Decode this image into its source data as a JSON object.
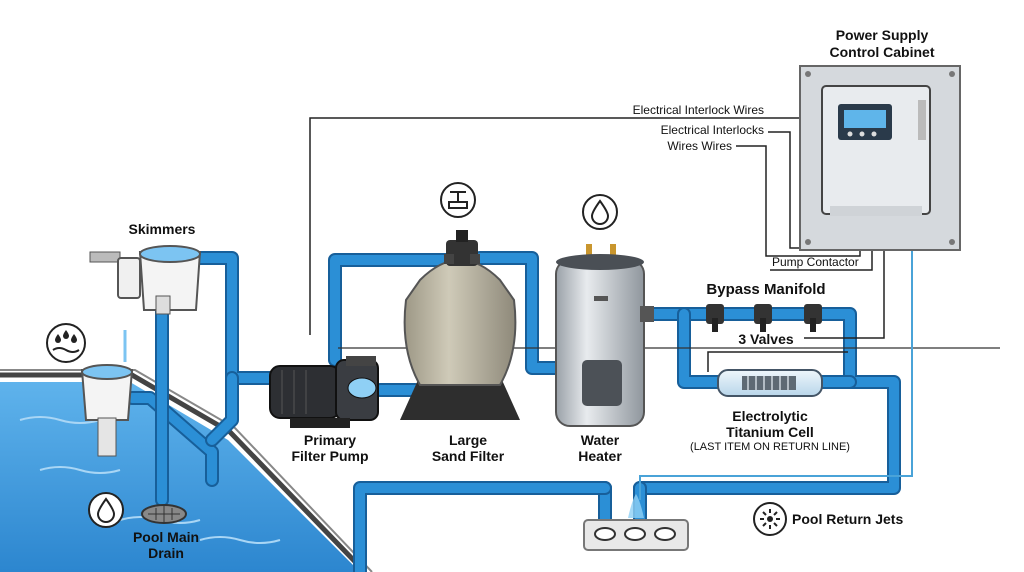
{
  "labels": {
    "power_supply_line1": "Power Supply",
    "power_supply_line2": "Control Cabinet",
    "wire1": "Electrical Interlock Wires",
    "wire2": "Electrical Interlocks",
    "wire3": "Wires Wires",
    "pump_contactor": "Pump Contactor",
    "skimmers": "Skimmers",
    "bypass_manifold": "Bypass Manifold",
    "valves": "3 Valves",
    "cell_line1": "Electrolytic",
    "cell_line2": "Titanium Cell",
    "cell_note": "(LAST ITEM ON RETURN LINE)",
    "pump_line1": "Primary",
    "pump_line2": "Filter Pump",
    "filter_line1": "Large",
    "filter_line2": "Sand Filter",
    "heater_line1": "Water",
    "heater_line2": "Heater",
    "drain_line1": "Pool Main",
    "drain_line2": "Drain",
    "return_jets": "Pool Return Jets"
  },
  "icons": {
    "filter_icon": "valve-icon",
    "heater_icon": "water-drop-icon",
    "skimmer_icon": "water-drops-icon",
    "drain_icon": "water-drop-icon",
    "jets_icon": "jets-icon"
  },
  "colors": {
    "pipe": "#2b8fd6",
    "pipe_edge": "#175f9a",
    "pool_water": "#3d9be0",
    "cabinet": "#e4e7ea",
    "heater": "#c9ced3",
    "filter_tank": "#bdb8a6",
    "wire": "#222222"
  }
}
